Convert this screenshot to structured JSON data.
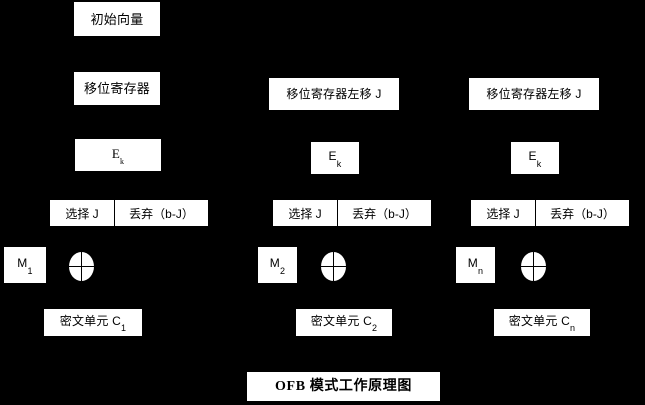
{
  "diagram": {
    "title": "OFB 模式工作原理图",
    "background_color": "#000000",
    "box_color": "#ffffff",
    "text_color": "#000000",
    "iv_label": "初始向量",
    "shift_register_label": "移位寄存器",
    "shift_register_left_label": "移位寄存器左移 J",
    "encrypt_label_main": "E",
    "encrypt_label_sub": "k",
    "select_label": "选择 J",
    "discard_label": "丢弃（b-J）",
    "plaintext_prefix": "M",
    "ciphertext_prefix": "密文单元 C",
    "xor_symbol": "⊕",
    "columns": [
      {
        "id": "col-1",
        "header": "移位寄存器",
        "encrypt_main": "E",
        "encrypt_sub": "k",
        "select": "选择 J",
        "discard": "丢弃（b-J）",
        "plaintext_main": "M",
        "plaintext_sub": "1",
        "ciphertext_main": "密文单元 C",
        "ciphertext_sub": "1"
      },
      {
        "id": "col-2",
        "header": "移位寄存器左移 J",
        "encrypt_main": "E",
        "encrypt_sub": "k",
        "select": "选择 J",
        "discard": "丢弃（b-J）",
        "plaintext_main": "M",
        "plaintext_sub": "2",
        "ciphertext_main": "密文单元 C",
        "ciphertext_sub": "2"
      },
      {
        "id": "col-3",
        "header": "移位寄存器左移 J",
        "encrypt_main": "E",
        "encrypt_sub": "k",
        "select": "选择 J",
        "discard": "丢弃（b-J）",
        "plaintext_main": "M",
        "plaintext_sub": "n",
        "ciphertext_main": "密文单元 C",
        "ciphertext_sub": "n"
      }
    ]
  }
}
